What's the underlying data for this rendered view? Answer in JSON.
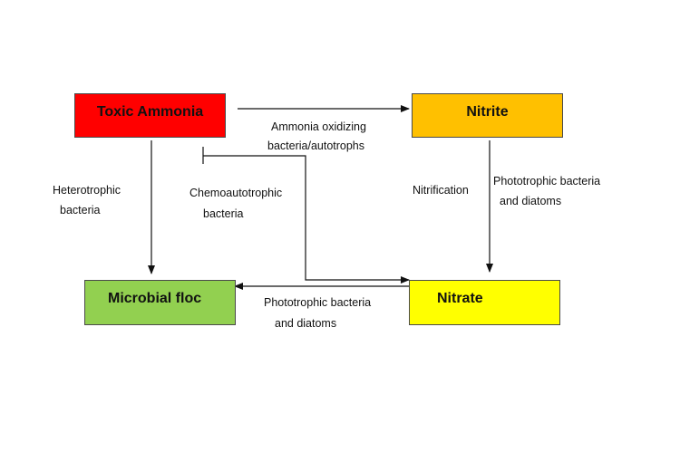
{
  "nodes": {
    "toxic_ammonia": {
      "label": "Toxic Ammonia",
      "color": "#ff0000"
    },
    "nitrite": {
      "label": "Nitrite",
      "color": "#ffc000"
    },
    "microbial_floc": {
      "label": "Microbial floc",
      "color": "#92d050"
    },
    "nitrate": {
      "label": "Nitrate",
      "color": "#ffff00"
    }
  },
  "edge_labels": {
    "ammonia_oxidizing_1": "Ammonia oxidizing",
    "ammonia_oxidizing_2": "bacteria/autotrophs",
    "heterotrophic_1": "Heterotrophic",
    "heterotrophic_2": "bacteria",
    "chemoautotrophic_1": "Chemoautotrophic",
    "chemoautotrophic_2": "bacteria",
    "nitrification": "Nitrification",
    "phototrophic_right_1": "Phototrophic bacteria",
    "phototrophic_right_2": "and diatoms",
    "phototrophic_bottom_1": "Phototrophic bacteria",
    "phototrophic_bottom_2": "and diatoms"
  }
}
